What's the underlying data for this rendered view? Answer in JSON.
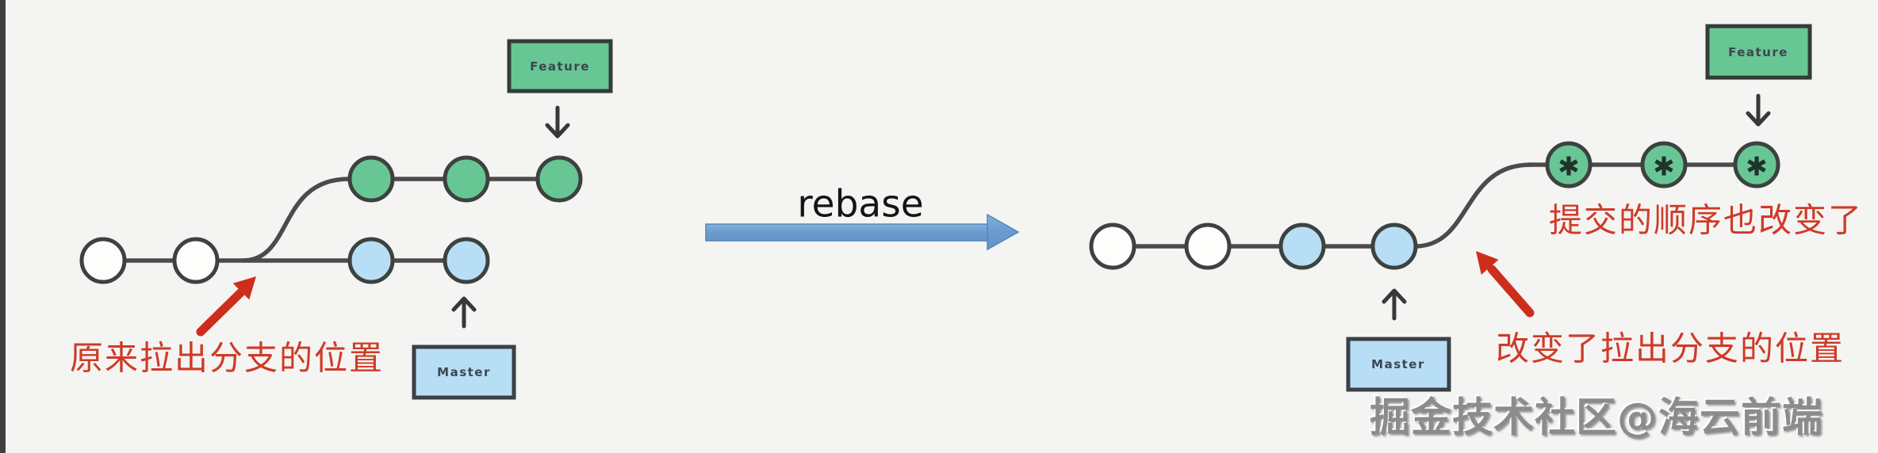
{
  "page": {
    "background": "#f4f4f2",
    "left_edge_bar_color": "#3f3f3f"
  },
  "rebase_arrow": {
    "label": "rebase",
    "color": "#6f9dd1"
  },
  "before": {
    "feature_label": "Feature",
    "master_label": "Master",
    "annotation": "原来拉出分支的位置",
    "commit_counts": {
      "common": 2,
      "master": 2,
      "feature": 3
    }
  },
  "after": {
    "feature_label": "Feature",
    "master_label": "Master",
    "annotation_order": "提交的顺序也改变了",
    "annotation_position": "改变了拉出分支的位置",
    "feature_commit_mark": "✱",
    "commit_counts": {
      "common": 2,
      "master": 2,
      "feature": 3
    }
  },
  "colors": {
    "feature_fill": "#68c695",
    "master_fill": "#b8def5",
    "commit_white_fill": "#fdfdfc",
    "node_stroke": "#3c423f",
    "line_stroke": "#4b4b4b",
    "annotation_red": "#cf3a27",
    "watermark_gray": "#8c8c8c"
  },
  "watermark": {
    "text": "掘金技术社区@海云前端"
  }
}
